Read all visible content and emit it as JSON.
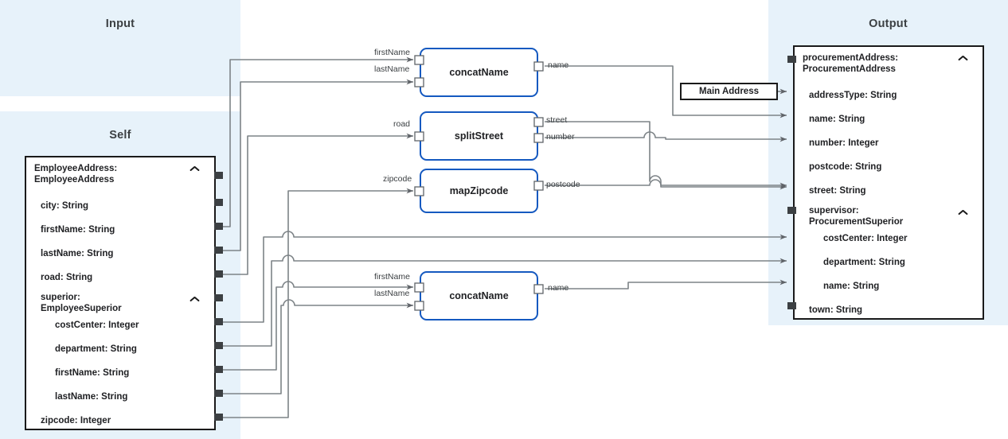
{
  "panels": {
    "input": {
      "title": "Input"
    },
    "self": {
      "title": "Self"
    },
    "output": {
      "title": "Output"
    }
  },
  "self_card": {
    "root": {
      "label": "EmployeeAddress:\nEmployeeAddress",
      "port": "square",
      "collapse_icon": "chevron-up-icon"
    },
    "fields": [
      {
        "label": "city: String",
        "level": 1,
        "port": "square"
      },
      {
        "label": "firstName: String",
        "level": 1,
        "port": "square"
      },
      {
        "label": "lastName: String",
        "level": 1,
        "port": "square"
      },
      {
        "label": "road: String",
        "level": 1,
        "port": "square"
      },
      {
        "label": "superior:\nEmployeeSuperior",
        "level": 1,
        "port": "square",
        "collapse_icon": "chevron-up-icon"
      },
      {
        "label": "costCenter: Integer",
        "level": 2,
        "port": "square"
      },
      {
        "label": "department: String",
        "level": 2,
        "port": "square"
      },
      {
        "label": "firstName: String",
        "level": 2,
        "port": "square"
      },
      {
        "label": "lastName: String",
        "level": 2,
        "port": "square"
      },
      {
        "label": "zipcode: Integer",
        "level": 1,
        "port": "square"
      }
    ]
  },
  "output_card": {
    "root": {
      "label": "procurementAddress:\nProcurementAddress",
      "port": "square",
      "collapse_icon": "chevron-up-icon"
    },
    "fields": [
      {
        "label": "addressType: String",
        "level": 1,
        "port": "arrow"
      },
      {
        "label": "name: String",
        "level": 1,
        "port": "arrow"
      },
      {
        "label": "number: Integer",
        "level": 1,
        "port": "arrow"
      },
      {
        "label": "postcode: String",
        "level": 1,
        "port": "arrow"
      },
      {
        "label": "street: String",
        "level": 1,
        "port": "arrow"
      },
      {
        "label": "supervisor:\nProcurementSuperior",
        "level": 1,
        "port": "square",
        "collapse_icon": "chevron-up-icon"
      },
      {
        "label": "costCenter: Integer",
        "level": 2,
        "port": "arrow"
      },
      {
        "label": "department: String",
        "level": 2,
        "port": "arrow"
      },
      {
        "label": "name: String",
        "level": 2,
        "port": "arrow"
      },
      {
        "label": "town: String",
        "level": 1,
        "port": "square"
      }
    ]
  },
  "function_nodes": [
    {
      "id": "concat1",
      "title": "concatName",
      "inputs": [
        "firstName",
        "lastName"
      ],
      "outputs": [
        "name"
      ]
    },
    {
      "id": "split",
      "title": "splitStreet",
      "inputs": [
        "road"
      ],
      "outputs": [
        "street",
        "number"
      ]
    },
    {
      "id": "zip",
      "title": "mapZipcode",
      "inputs": [
        "zipcode"
      ],
      "outputs": [
        "postcode"
      ]
    },
    {
      "id": "concat2",
      "title": "concatName",
      "inputs": [
        "firstName",
        "lastName"
      ],
      "outputs": [
        "name"
      ]
    }
  ],
  "constants": [
    {
      "id": "main-address",
      "label": "Main Address"
    }
  ],
  "colors": {
    "panel_background": "#e7f2fa",
    "node_border": "#1559c0",
    "card_border": "#1a1a1a",
    "wire": "#7d8387",
    "text": "#202124"
  }
}
